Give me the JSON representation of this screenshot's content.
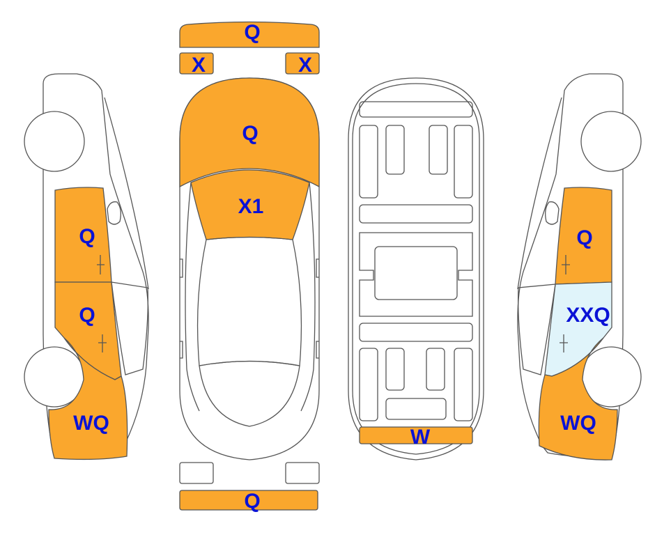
{
  "colors": {
    "damaged": "#FAA72D",
    "light": "#E0F4FA",
    "none": "#FFFFFF",
    "label": "#0A12D6",
    "outline": "#555555"
  },
  "parts": {
    "front_bumper": {
      "label": "Q",
      "state": "damaged"
    },
    "front_left_lamp": {
      "label": "X",
      "state": "damaged"
    },
    "front_right_lamp": {
      "label": "X",
      "state": "damaged"
    },
    "hood": {
      "label": "Q",
      "state": "damaged"
    },
    "windshield": {
      "label": "X1",
      "state": "damaged"
    },
    "left_front_door": {
      "label": "Q",
      "state": "damaged"
    },
    "left_rear_door": {
      "label": "Q",
      "state": "damaged"
    },
    "left_rear_quarter": {
      "label": "WQ",
      "state": "damaged"
    },
    "right_front_door": {
      "label": "Q",
      "state": "damaged"
    },
    "right_rear_door": {
      "label": "XXQ",
      "state": "light"
    },
    "right_rear_quarter": {
      "label": "WQ",
      "state": "damaged"
    },
    "underbody_rear_rail": {
      "label": "W",
      "state": "damaged"
    },
    "rear_bumper": {
      "label": "Q",
      "state": "damaged"
    }
  }
}
